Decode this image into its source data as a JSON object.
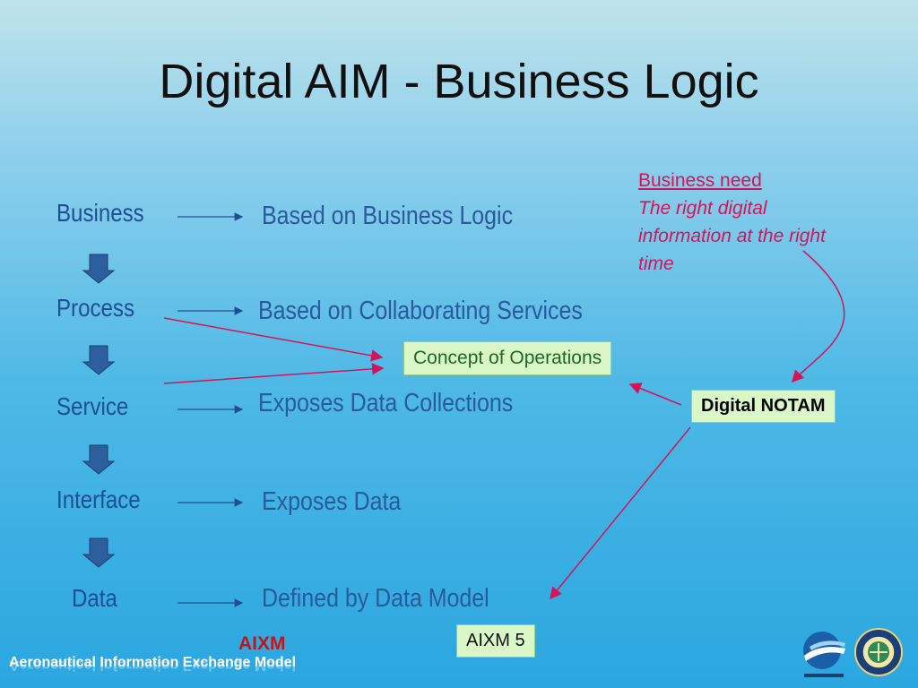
{
  "title": "Digital AIM - Business Logic",
  "levels": [
    {
      "label": "Business",
      "description": "Based on Business Logic"
    },
    {
      "label": "Process",
      "description": "Based on Collaborating Services"
    },
    {
      "label": "Service",
      "description": "Exposes Data Collections"
    },
    {
      "label": "Interface",
      "description": "Exposes Data"
    },
    {
      "label": "Data",
      "description": "Defined by Data Model"
    }
  ],
  "boxes": {
    "concept": "Concept of Operations",
    "notam": "Digital NOTAM",
    "aixm5": "AIXM 5"
  },
  "business_need": {
    "heading": "Business need",
    "text": "The right digital information at the right time"
  },
  "footer": {
    "aixm": "AIXM",
    "full_name": "Aeronautical Information Exchange Model"
  },
  "colors": {
    "level_text": "#1f4f93",
    "annotation": "#d4145a",
    "box_fill": "#d9f7c7",
    "down_arrow": "#2d5f9e"
  },
  "icons": [
    "down-arrow-icon",
    "right-arrow-icon",
    "eurocontrol-logo",
    "faa-seal-logo"
  ]
}
